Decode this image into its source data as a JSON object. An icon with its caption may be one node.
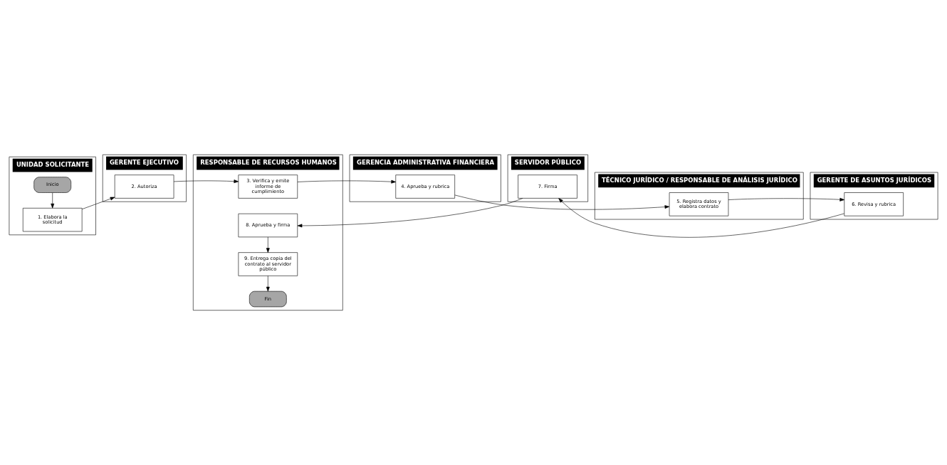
{
  "diagram": {
    "nodes": [
      {
        "text": [
          "UNIDAD SOLICITANTE"
        ]
      },
      {
        "text": [
          "Inicio"
        ],
        "in": 0
      },
      {
        "text": [
          "1. Elabora la solicitud"
        ],
        "in": 0
      },
      {
        "text": [
          "GERENTE EJECUTIVO"
        ]
      },
      {
        "text": [
          "2. Autoriza"
        ],
        "in": 3
      },
      {
        "text": [
          "RESPONSABLE DE RECURSOS HUMANOS"
        ]
      },
      {
        "text": [
          "3. Verifica y emite informe de cumplimiento"
        ],
        "in": 5
      },
      {
        "text": [
          "8. Aprueba y firma"
        ],
        "in": 5
      },
      {
        "text": [
          "9. Entrega copia del contrato al servidor público"
        ],
        "in": 5
      },
      {
        "text": [
          "Fin"
        ],
        "in": 5
      },
      {
        "text": [
          "GERENCIA ADMINISTRATIVA FINANCIERA"
        ]
      },
      {
        "text": [
          "4. Aprueba y rubrica"
        ],
        "in": 10
      },
      {
        "text": [
          "SERVIDOR PÚBLICO"
        ]
      },
      {
        "text": [
          "7. Firma"
        ],
        "in": 12
      },
      {
        "text": [
          "TÉCNICO JURÍDICO / RESPONSABLE DE ANÁLISIS JURÍDICO"
        ]
      },
      {
        "text": [
          "5. Registra datos y elabora contrato"
        ],
        "in": 14
      },
      {
        "text": [
          "GERENTE DE ASUNTOS JURÍDICOS"
        ]
      },
      {
        "text": [
          "6. Revisa y rubrica"
        ],
        "in": 16
      }
    ],
    "edges": [
      {
        "from": 1,
        "to": 2,
        "arrow": "to"
      },
      {
        "from": 2,
        "to": 4,
        "arrow": "to"
      },
      {
        "from": 4,
        "to": 6,
        "arrow": "to"
      },
      {
        "from": 6,
        "to": 11,
        "arrow": "to"
      },
      {
        "from": 11,
        "to": 15,
        "arrow": "to"
      },
      {
        "from": 15,
        "to": 17,
        "arrow": "to"
      },
      {
        "from": 17,
        "to": 13,
        "arrow": "to"
      },
      {
        "from": 13,
        "to": 7,
        "arrow": "to"
      },
      {
        "from": 7,
        "to": 8,
        "arrow": "to"
      },
      {
        "from": 8,
        "to": 9,
        "arrow": "to"
      }
    ]
  }
}
